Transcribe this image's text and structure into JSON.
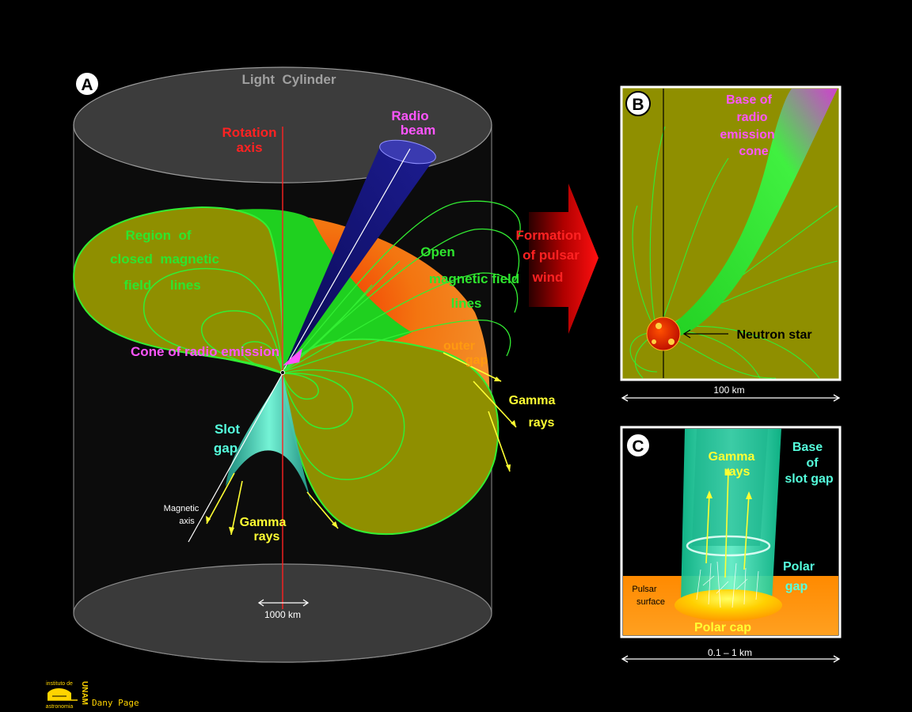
{
  "colors": {
    "background": "#000000",
    "closed_field": "#8f8f00",
    "field_line": "#2ee52e",
    "open_region": "#22dd22",
    "outer_gap": "#ff6a00",
    "radio": "#ff55ff",
    "rotation": "#ff2222",
    "gamma": "#ffff33",
    "slot_gap": "#55ffcc",
    "cylinder": "#3a3a3a"
  },
  "panel_a": {
    "letter": "A",
    "light_cylinder": "Light  Cylinder",
    "rotation_axis": [
      "Rotation",
      "axis"
    ],
    "radio_beam": [
      "Radio",
      "beam"
    ],
    "closed_region": [
      "Region  of",
      "closed  magnetic",
      "field     lines"
    ],
    "open_lines": [
      "Open",
      "magnetic field",
      "lines"
    ],
    "cone_radio": "Cone of radio emission",
    "outer_gap": [
      "outer",
      "gap"
    ],
    "gamma_right": [
      "Gamma",
      "rays"
    ],
    "slot_gap": [
      "Slot",
      "gap"
    ],
    "magnetic_axis": [
      "Magnetic",
      "axis"
    ],
    "gamma_bottom": [
      "Gamma",
      "rays"
    ],
    "scale": "1000 km"
  },
  "wind": [
    "Formation",
    "of pulsar",
    "wind"
  ],
  "panel_b": {
    "letter": "B",
    "base_cone": [
      "Base of",
      "radio",
      "emission",
      "cone"
    ],
    "neutron_star": "Neutron star",
    "scale": "100 km"
  },
  "panel_c": {
    "letter": "C",
    "gamma": [
      "Gamma",
      "rays"
    ],
    "base_slot": [
      "Base",
      "of",
      "slot gap"
    ],
    "polar_gap": [
      "Polar",
      "gap"
    ],
    "pulsar_surface": [
      "Pulsar",
      "surface"
    ],
    "polar_cap": "Polar cap",
    "scale": "0.1 – 1 km"
  },
  "logo": [
    "instituto de",
    "astronomia",
    "UNAM"
  ],
  "credit": "Dany Page"
}
